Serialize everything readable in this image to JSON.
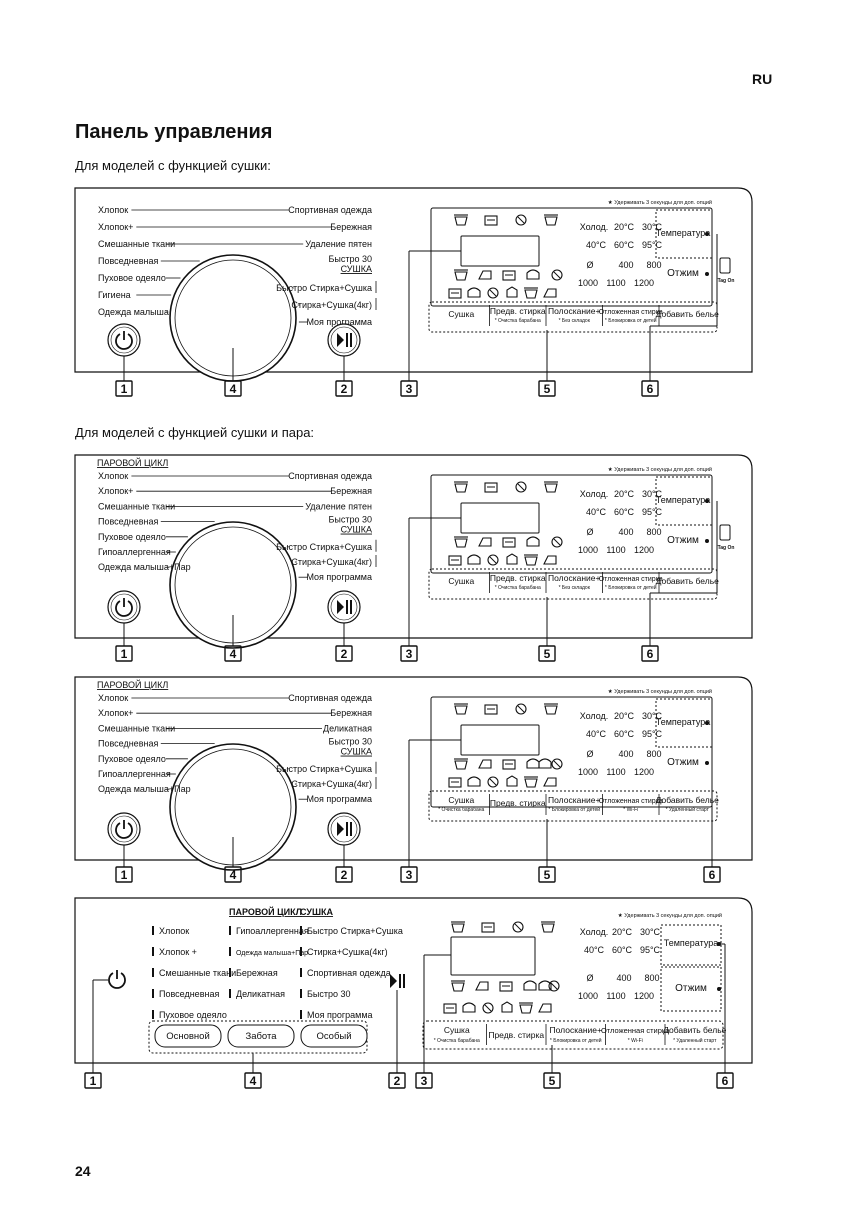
{
  "lang": "RU",
  "title": "Панель управления",
  "footer_page": "24",
  "footnote": "★ Удерживать 3 секунды для доп. опций",
  "tag_on": "Tag On",
  "panels": [
    {
      "subtitle": "Для моделей с функцией сушки:",
      "left_items": [
        "Хлопок",
        "Хлопок+",
        "Смешанные ткани",
        "Повседневная",
        "Пуховое одеяло",
        "Гигиена",
        "Одежда малыша"
      ],
      "right_items": [
        "Спортивная одежда",
        "Бережная",
        "Удаление пятен",
        "Быстро 30",
        "Быстро Стирка+Сушка",
        "Стирка+Сушка(4кг)",
        "Моя программа"
      ],
      "drying_label": "СУШКА",
      "steam_label": "",
      "temp": [
        "Холод.",
        "20°C",
        "30°C",
        "40°C",
        "60°C",
        "95°C"
      ],
      "spin": [
        "Ø",
        "400",
        "800",
        "1000",
        "1100",
        "1200"
      ],
      "btn_temp": "Температура",
      "btn_spin": "Отжим",
      "bottom": [
        {
          "label": "Сушка",
          "note": ""
        },
        {
          "label": "Предв. стирка",
          "note": "* Очистка барабана"
        },
        {
          "label": "Полоскание+",
          "note": "* Без складок"
        },
        {
          "label": "Отложенная стирка",
          "note": "* Блокировка от детей"
        },
        {
          "label": "Добавить белье",
          "note": ""
        }
      ],
      "callouts": [
        "1",
        "4",
        "2",
        "3",
        "5",
        "6"
      ]
    },
    {
      "subtitle": "Для моделей с функцией сушки и пара:",
      "left_items": [
        "Хлопок",
        "Хлопок+",
        "Смешанные ткани",
        "Повседневная",
        "Пуховое одеяло",
        "Гипоаллергенная",
        "Одежда малыша+Пар"
      ],
      "right_items": [
        "Спортивная одежда",
        "Бережная",
        "Удаление пятен",
        "Быстро 30",
        "Быстро Стирка+Сушка",
        "Стирка+Сушка(4кг)",
        "Моя программа"
      ],
      "drying_label": "СУШКА",
      "steam_label": "ПАРОВОЙ ЦИКЛ",
      "temp": [
        "Холод.",
        "20°C",
        "30°C",
        "40°C",
        "60°C",
        "95°C"
      ],
      "spin": [
        "Ø",
        "400",
        "800",
        "1000",
        "1100",
        "1200"
      ],
      "btn_temp": "Температура",
      "btn_spin": "Отжим",
      "bottom": [
        {
          "label": "Сушка",
          "note": ""
        },
        {
          "label": "Предв. стирка",
          "note": "* Очистка барабана"
        },
        {
          "label": "Полоскание+",
          "note": "* Без складок"
        },
        {
          "label": "Отложенная стирка",
          "note": "* Блокировка от детей"
        },
        {
          "label": "Добавить белье",
          "note": ""
        }
      ],
      "callouts": [
        "1",
        "4",
        "2",
        "3",
        "5",
        "6"
      ]
    },
    {
      "subtitle": "",
      "left_items": [
        "Хлопок",
        "Хлопок+",
        "Смешанные ткани",
        "Повседневная",
        "Пуховое одеяло",
        "Гипоаллергенная",
        "Одежда малыша+Пар"
      ],
      "right_items": [
        "Спортивная одежда",
        "Бережная",
        "Деликатная",
        "Быстро 30",
        "Быстро Стирка+Сушка",
        "Стирка+Сушка(4кг)",
        "Моя программа"
      ],
      "drying_label": "СУШКА",
      "steam_label": "ПАРОВОЙ ЦИКЛ",
      "temp": [
        "Холод.",
        "20°C",
        "30°C",
        "40°C",
        "60°C",
        "95°C"
      ],
      "spin": [
        "Ø",
        "400",
        "800",
        "1000",
        "1100",
        "1200"
      ],
      "btn_temp": "Температура",
      "btn_spin": "Отжим",
      "bottom": [
        {
          "label": "Сушка",
          "note": "* Очистка барабана"
        },
        {
          "label": "Предв. стирка",
          "note": ""
        },
        {
          "label": "Полоскание+",
          "note": "* Блокировка от детей"
        },
        {
          "label": "Отложенная стирка",
          "note": "* Wi-Fi"
        },
        {
          "label": "Добавить белье",
          "note": "* Удаленный старт"
        }
      ],
      "callouts": [
        "1",
        "4",
        "2",
        "3",
        "5",
        "6"
      ]
    },
    {
      "subtitle": "",
      "col1": [
        "Хлопок",
        "Хлопок +",
        "Смешанные ткани",
        "Повседневная",
        "Пуховое одеяло"
      ],
      "col2_header": "ПАРОВОЙ ЦИКЛ",
      "col2": [
        "Гипоаллергенная",
        "Одежда малыша+Пар",
        "Бережная",
        "Деликатная"
      ],
      "col3_header": "СУШКА",
      "col3": [
        "Быстро Стирка+Сушка",
        "Стирка+Сушка(4кг)",
        "Спортивная одежда",
        "Быстро 30",
        "Моя программа"
      ],
      "groups": [
        "Основной",
        "Забота",
        "Особый"
      ],
      "temp": [
        "Холод.",
        "20°C",
        "30°C",
        "40°C",
        "60°C",
        "95°C"
      ],
      "spin": [
        "Ø",
        "400",
        "800",
        "1000",
        "1100",
        "1200"
      ],
      "btn_temp": "Температура",
      "btn_spin": "Отжим",
      "bottom": [
        {
          "label": "Сушка",
          "note": "* Очистка барабана"
        },
        {
          "label": "Предв. стирка",
          "note": ""
        },
        {
          "label": "Полоскание+",
          "note": "* Блокировка от детей"
        },
        {
          "label": "Отложенная стирка",
          "note": "* Wi-Fi"
        },
        {
          "label": "Добавить белье",
          "note": "* Удаленный старт"
        }
      ],
      "callouts": [
        "1",
        "4",
        "2",
        "3",
        "5",
        "6"
      ]
    }
  ]
}
